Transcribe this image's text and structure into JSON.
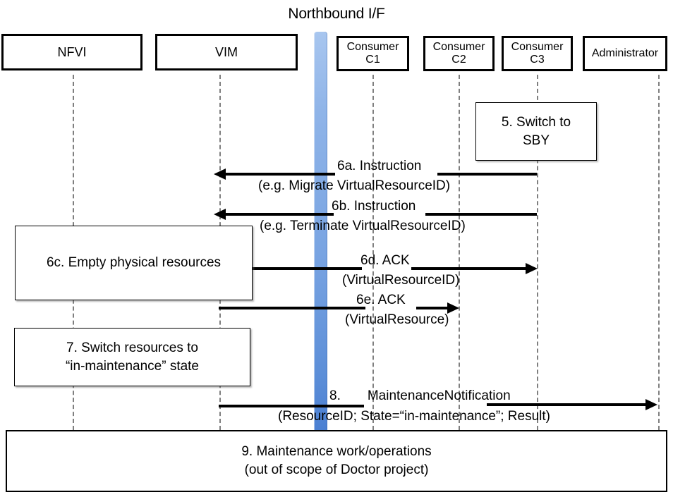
{
  "diagram": {
    "title": "Northbound I/F",
    "type": "uml-sequence-diagram"
  },
  "actors": [
    {
      "id": "nfvi",
      "label": "NFVI"
    },
    {
      "id": "vim",
      "label": "VIM"
    },
    {
      "id": "c1",
      "label": "Consumer\nC1",
      "line1": "Consumer",
      "line2": "C1"
    },
    {
      "id": "c2",
      "label": "Consumer\nC2",
      "line1": "Consumer",
      "line2": "C2"
    },
    {
      "id": "c3",
      "label": "Consumer\nC3",
      "line1": "Consumer",
      "line2": "C3"
    },
    {
      "id": "admin",
      "label": "Administrator"
    }
  ],
  "notes": [
    {
      "id": "n5",
      "line1": "5. Switch to",
      "line2": "SBY"
    },
    {
      "id": "n6c",
      "line1": "6c. Empty physical resources",
      "line2": ""
    },
    {
      "id": "n7",
      "line1": "7. Switch resources to",
      "line2": "“in-maintenance” state"
    },
    {
      "id": "n9",
      "line1": "9. Maintenance work/operations",
      "line2": "(out of scope of Doctor project)"
    }
  ],
  "messages": [
    {
      "id": "m6a",
      "label_top": "6a. Instruction",
      "label_bottom": "(e.g. Migrate VirtualResourceID)",
      "from": "c3",
      "to": "vim",
      "direction": "left"
    },
    {
      "id": "m6b",
      "label_top": "6b. Instruction",
      "label_bottom": "(e.g. Terminate VirtualResourceID)",
      "from": "admin",
      "to": "vim",
      "direction": "left"
    },
    {
      "id": "m6d",
      "label_top": "6d. ACK",
      "label_bottom": "(VirtualResourceID)",
      "from": "vim",
      "to": "c3",
      "direction": "right"
    },
    {
      "id": "m6e",
      "label_top": "6e. ACK",
      "label_bottom": "(VirtualResource)",
      "from": "vim",
      "to": "c2",
      "direction": "right"
    },
    {
      "id": "m8",
      "label_top": "8.  MaintenanceNotification",
      "label_bottom": "(ResourceID; State=“in-maintenance”; Result)",
      "from": "vim",
      "to": "admin",
      "direction": "right"
    }
  ],
  "colors": {
    "northbound_bar_top": "#a8c6ef",
    "northbound_bar_bottom": "#4a7fd2",
    "lifeline": "#7f7f7f",
    "stroke": "#000000",
    "background": "#ffffff"
  }
}
